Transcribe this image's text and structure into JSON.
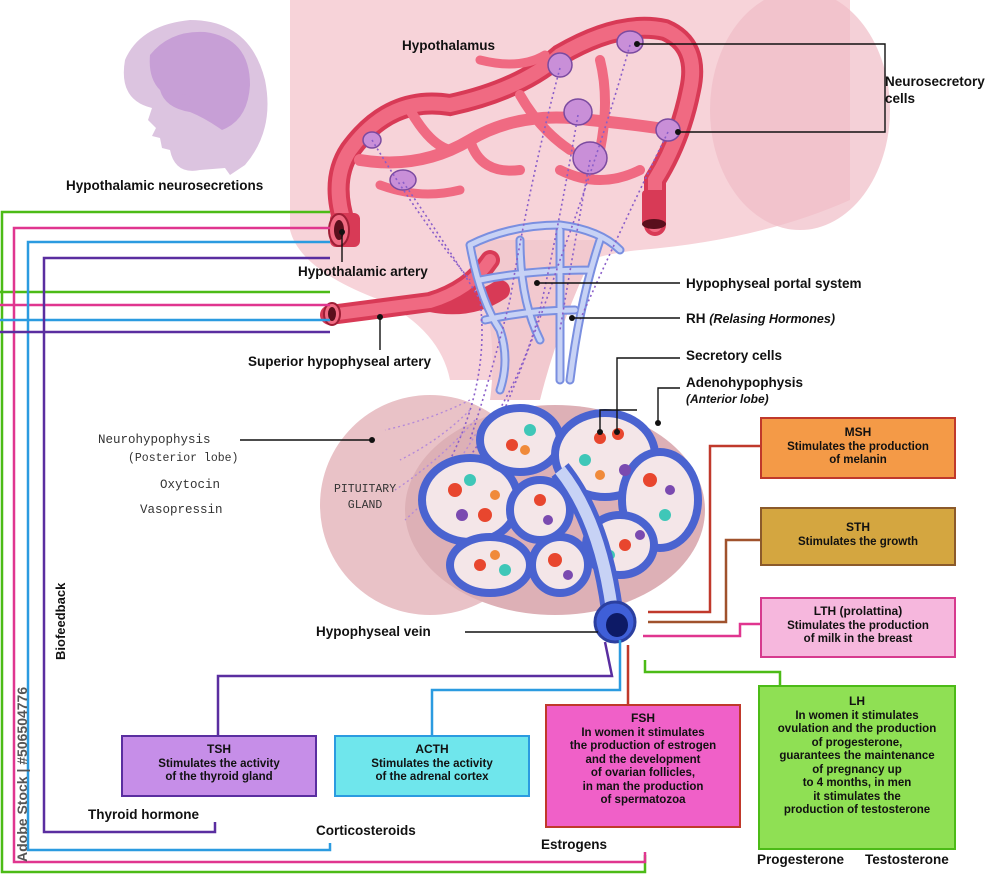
{
  "labels": {
    "hypothalamus": "Hypothalamus",
    "neurosecretory_cells": [
      "Neurosecretory",
      "cells"
    ],
    "hypothalamic_neurosecretions": "Hypothalamic neurosecretions",
    "hypothalamic_artery": "Hypothalamic artery",
    "hypophyseal_portal_system": "Hypophyseal portal system",
    "rh": "RH",
    "rh_note": "(Relasing Hormones)",
    "superior_hypophyseal_artery": "Superior hypophyseal artery",
    "secretory_cells": "Secretory cells",
    "adenohypophysis": "Adenohypophysis",
    "adenohypophysis_note": "(Anterior lobe)",
    "neurohypophysis": "Neurohypophysis",
    "neurohypophysis_note": "(Posterior lobe)",
    "oxytocin": "Oxytocin",
    "vasopressin": "Vasopressin",
    "pituitary_gland": [
      "PITUITARY",
      "GLAND"
    ],
    "hypophyseal_vein": "Hypophyseal vein",
    "biofeedback": "Biofeedback",
    "thyroid_hormone": "Thyroid hormone",
    "corticosteroids": "Corticosteroids",
    "estrogens": "Estrogens",
    "progesterone": "Progesterone",
    "testosterone": "Testosterone",
    "watermark": "Adobe Stock | #506504776"
  },
  "hormones": {
    "msh": {
      "title": "MSH",
      "desc": [
        "Stimulates the production",
        "of melanin"
      ]
    },
    "sth": {
      "title": "STH",
      "desc": [
        "Stimulates the growth"
      ]
    },
    "lth": {
      "title": "LTH (prolattina)",
      "desc": [
        "Stimulates the production",
        "of milk in the breast"
      ]
    },
    "lh": {
      "title": "LH",
      "desc": [
        "In women it stimulates",
        "ovulation and the production",
        "of progesterone,",
        "guarantees the maintenance",
        "of pregnancy up",
        "to 4 months, in men",
        "it stimulates the",
        "production of testosterone"
      ]
    },
    "fsh": {
      "title": "FSH",
      "desc": [
        "In women it stimulates",
        "the production of estrogen",
        "and the development",
        "of ovarian follicles,",
        "in man the production",
        "of spermatozoa"
      ]
    },
    "acth": {
      "title": "ACTH",
      "desc": [
        "Stimulates the activity",
        "of the adrenal cortex"
      ]
    },
    "tsh": {
      "title": "TSH",
      "desc": [
        "Stimulates the activity",
        "of the thyroid gland"
      ]
    }
  },
  "colors": {
    "green": "#4cbb17",
    "pink": "#e0368f",
    "blue": "#2b9be0",
    "purple": "#5a2ea0",
    "red_line": "#c0392b",
    "brown_line": "#a0522d",
    "msh_fill": "#f49a47",
    "msh_border": "#c0392b",
    "sth_fill": "#d4a640",
    "sth_border": "#8b5a2b",
    "lth_fill": "#f6b7dd",
    "lth_border": "#d63a8e",
    "lh_fill": "#8fe054",
    "lh_border": "#4cbb17",
    "fsh_fill": "#f060c8",
    "fsh_border": "#c0392b",
    "acth_fill": "#6fe6ec",
    "acth_border": "#2b9be0",
    "tsh_fill": "#c68ee8",
    "tsh_border": "#5a2ea0"
  }
}
